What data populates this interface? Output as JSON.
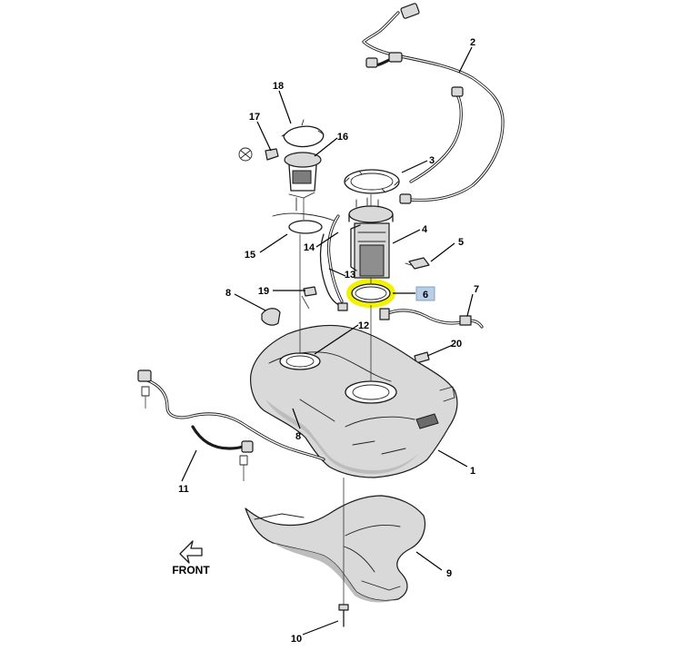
{
  "callouts": [
    {
      "id": "c1",
      "label": "1"
    },
    {
      "id": "c2",
      "label": "2"
    },
    {
      "id": "c3",
      "label": "3"
    },
    {
      "id": "c4",
      "label": "4"
    },
    {
      "id": "c5",
      "label": "5"
    },
    {
      "id": "c6",
      "label": "6"
    },
    {
      "id": "c7",
      "label": "7"
    },
    {
      "id": "c8a",
      "label": "8"
    },
    {
      "id": "c8b",
      "label": "8"
    },
    {
      "id": "c9",
      "label": "9"
    },
    {
      "id": "c10",
      "label": "10"
    },
    {
      "id": "c11",
      "label": "11"
    },
    {
      "id": "c12",
      "label": "12"
    },
    {
      "id": "c13",
      "label": "13"
    },
    {
      "id": "c14",
      "label": "14"
    },
    {
      "id": "c15",
      "label": "15"
    },
    {
      "id": "c16",
      "label": "16"
    },
    {
      "id": "c17",
      "label": "17"
    },
    {
      "id": "c18",
      "label": "18"
    },
    {
      "id": "c19",
      "label": "19"
    },
    {
      "id": "c20",
      "label": "20"
    }
  ],
  "orientation": {
    "label": "FRONT"
  },
  "highlight": {
    "color": "#f2f200",
    "label_box_color": "#b9cfe8",
    "highlighted_label": "6"
  }
}
